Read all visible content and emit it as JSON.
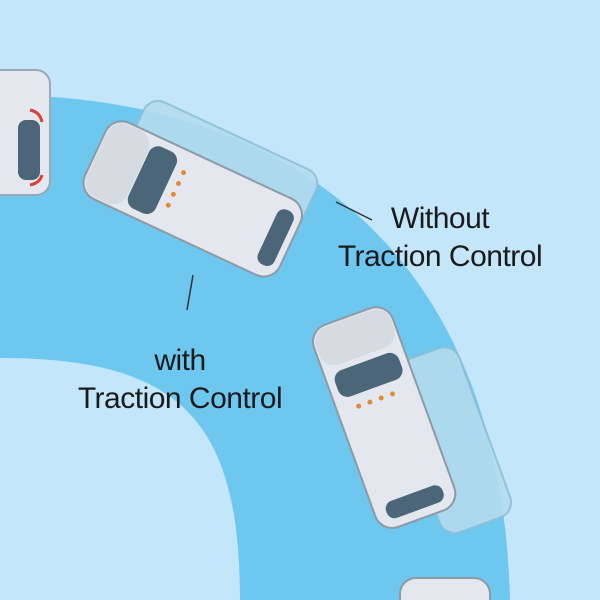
{
  "diagram": {
    "colors": {
      "background": "#c4e6fa",
      "road": "#6dc7ef",
      "car_body": "#e4e8ee",
      "ghost_car": "#b5dcef",
      "window": "#4a6678",
      "tail_light": "#d9403a",
      "marker_light": "#e48a3c",
      "text": "#1a1a1a"
    },
    "labels": {
      "without_line1": "Without",
      "without_line2": "Traction Control",
      "with_line1": "with",
      "with_line2": "Traction Control"
    }
  }
}
